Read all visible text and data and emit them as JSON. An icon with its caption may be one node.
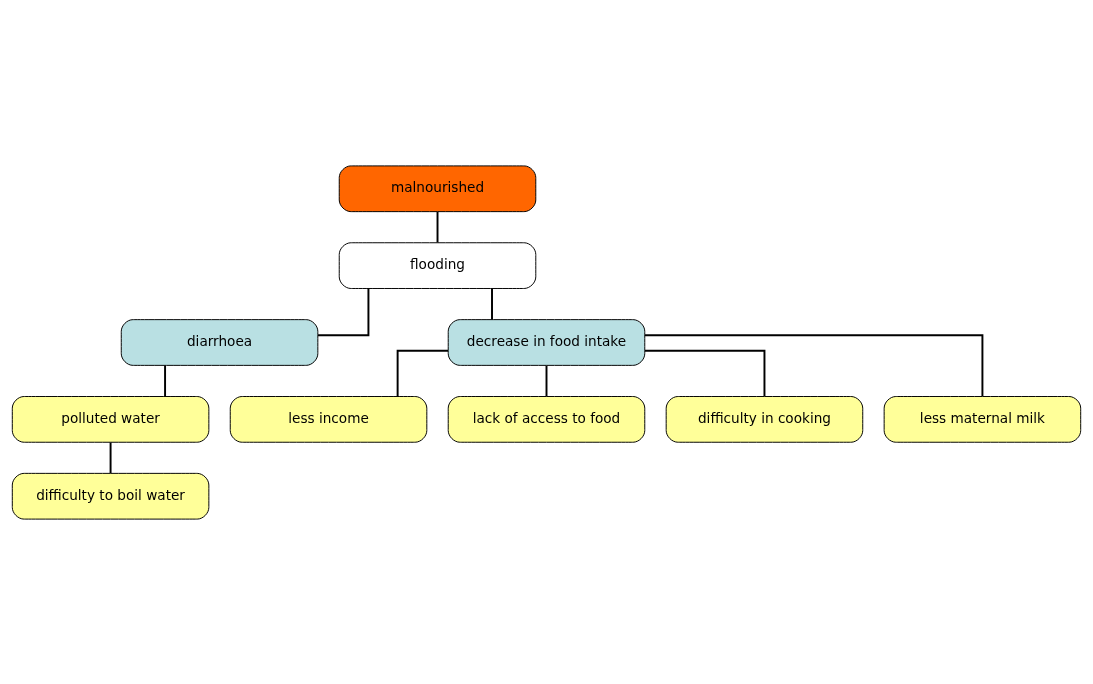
{
  "diagram": {
    "nodes": [
      {
        "text": [
          "malnourished"
        ]
      },
      {
        "text": [
          "flooding"
        ]
      },
      {
        "text": [
          "diarrhoea"
        ]
      },
      {
        "text": [
          "decrease in food intake"
        ]
      },
      {
        "text": [
          "polluted water"
        ]
      },
      {
        "text": [
          "difficulty to boil water"
        ]
      },
      {
        "text": [
          "less income"
        ]
      },
      {
        "text": [
          "lack of access to food"
        ]
      },
      {
        "text": [
          "difficulty in cooking"
        ]
      },
      {
        "text": [
          "less maternal milk"
        ]
      }
    ],
    "edges": [
      {
        "from": 0,
        "to": 1,
        "arrow": "none"
      },
      {
        "from": 1,
        "to": 2,
        "arrow": "none"
      },
      {
        "from": 1,
        "to": 3,
        "arrow": "none"
      },
      {
        "from": 2,
        "to": 4,
        "arrow": "none"
      },
      {
        "from": 4,
        "to": 5,
        "arrow": "none"
      },
      {
        "from": 3,
        "to": 6,
        "arrow": "none"
      },
      {
        "from": 3,
        "to": 7,
        "arrow": "none"
      },
      {
        "from": 3,
        "to": 8,
        "arrow": "none"
      },
      {
        "from": 3,
        "to": 9,
        "arrow": "none"
      }
    ]
  }
}
